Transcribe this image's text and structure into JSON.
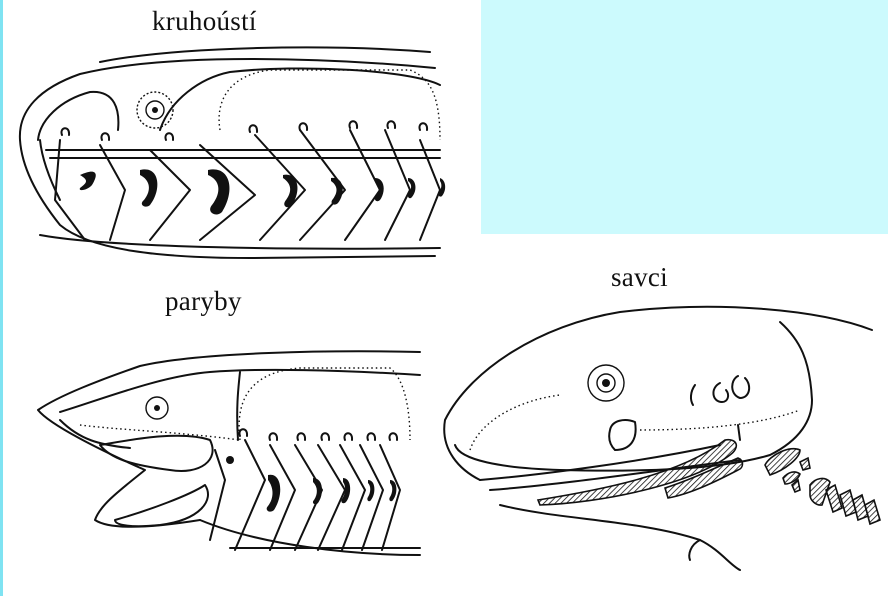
{
  "labels": {
    "top": "kruhoústí",
    "bottom_left": "paryby",
    "bottom_right": "savci"
  },
  "colors": {
    "accent": "#7fe3f2",
    "panel": "#ccfafd"
  },
  "figures": [
    "lamprey-head",
    "shark-head",
    "mammal-embryo-head"
  ]
}
